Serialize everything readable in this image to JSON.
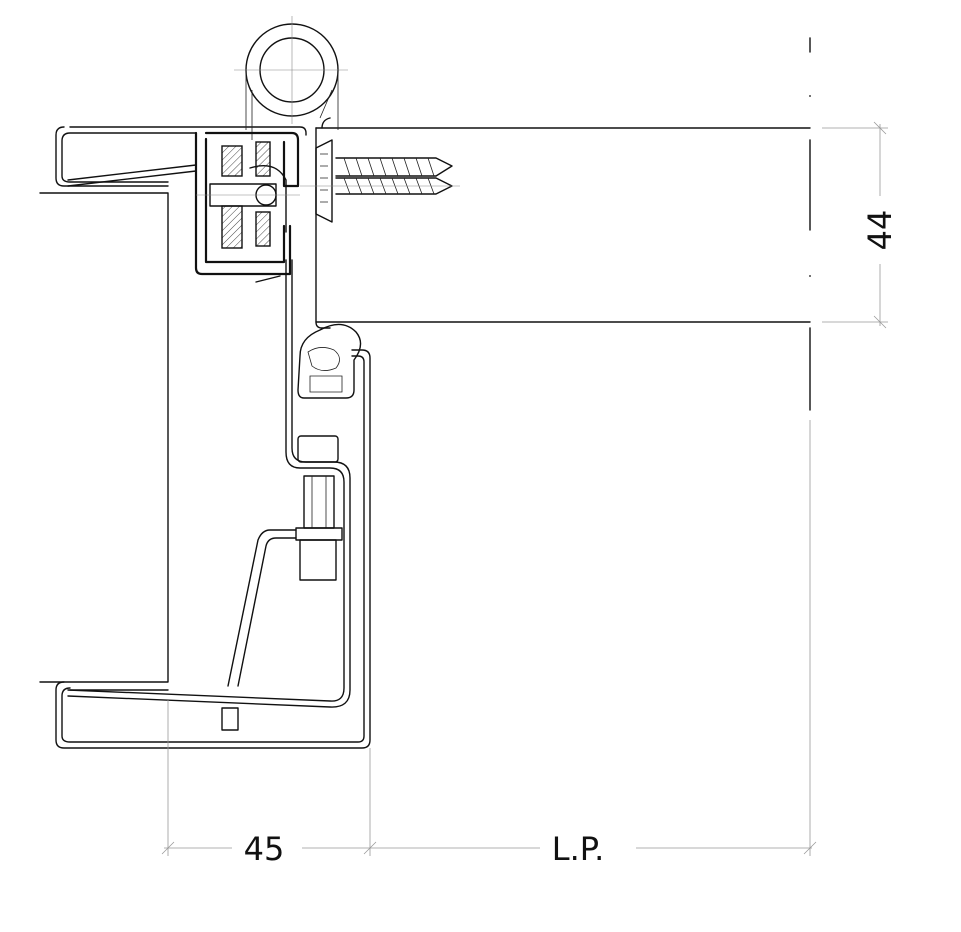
{
  "drawing": {
    "dimensions": {
      "frame_depth": "45",
      "passage_width": "L.P.",
      "door_thickness": "44"
    }
  }
}
